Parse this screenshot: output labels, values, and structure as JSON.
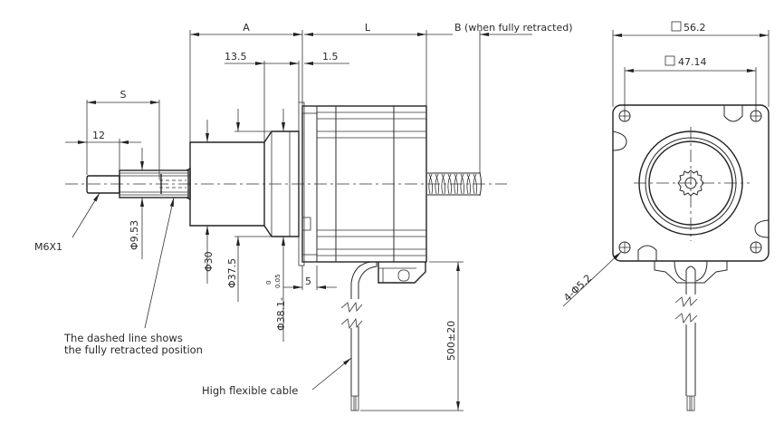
{
  "drawing": {
    "side_view": {
      "dimensions": {
        "A": "A",
        "L": "L",
        "B": "B (when fully retracted)",
        "d13_5": "13.5",
        "d1_5": "1.5",
        "S": "S",
        "d12": "12",
        "thread": "M6X1",
        "dia_shaft": "Φ9.53",
        "dia_30": "Φ30",
        "dia_37_5": "Φ37.5",
        "dia_38_1": "Φ38.1-",
        "tol_upper": "0",
        "tol_lower": "0.05",
        "d5": "5",
        "cable_length": "500±20"
      },
      "notes": {
        "retracted_line1": "The dashed line shows",
        "retracted_line2": "the fully retracted position",
        "cable": "High flexible cable"
      }
    },
    "front_view": {
      "dimensions": {
        "square_outer": "56.2",
        "square_inner": "47.14",
        "holes": "4-Φ5.2"
      },
      "square_symbol": "□"
    }
  }
}
